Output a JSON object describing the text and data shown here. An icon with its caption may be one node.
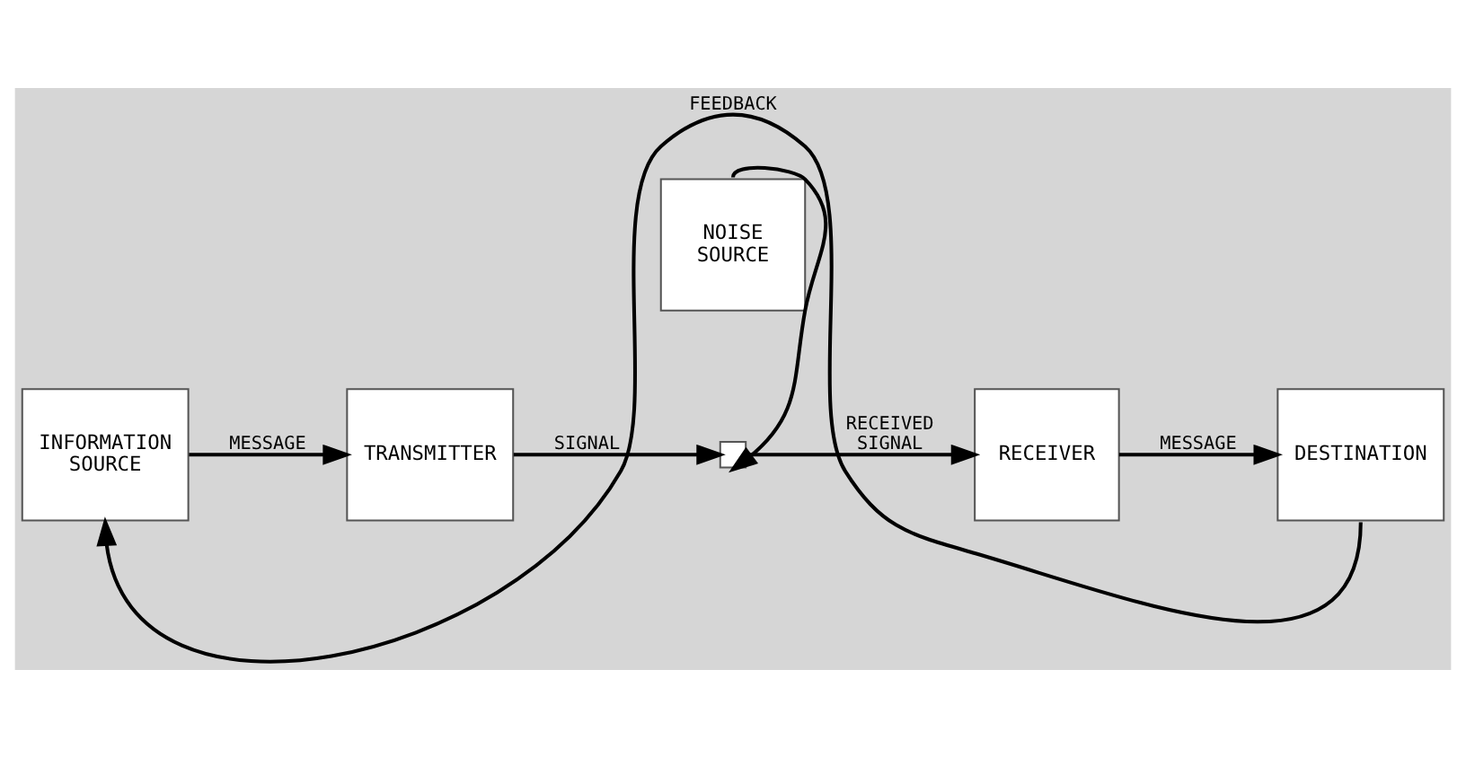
{
  "diagram": {
    "nodes": [
      {
        "text": [
          "INFORMATION SOURCE"
        ]
      },
      {
        "text": [
          "TRANSMITTER"
        ]
      },
      {
        "text": [],
        "shape": "box"
      },
      {
        "text": [
          "RECEIVER"
        ]
      },
      {
        "text": [
          "DESTINATION"
        ]
      },
      {
        "text": [
          "NOISE SOURCE"
        ]
      }
    ],
    "edges": [
      {
        "from": 0,
        "to": 1,
        "arrow": "to",
        "label": "MESSAGE"
      },
      {
        "from": 1,
        "to": 2,
        "arrow": "to",
        "label": "SIGNAL"
      },
      {
        "from": 2,
        "to": 3,
        "arrow": "to",
        "label": "RECEIVED SIGNAL"
      },
      {
        "from": 3,
        "to": 4,
        "arrow": "to",
        "label": "MESSAGE"
      },
      {
        "from": 5,
        "to": 2,
        "arrow": "to"
      },
      {
        "from": 4,
        "to": 0,
        "arrow": "to",
        "label": "FEEDBACK"
      }
    ]
  }
}
